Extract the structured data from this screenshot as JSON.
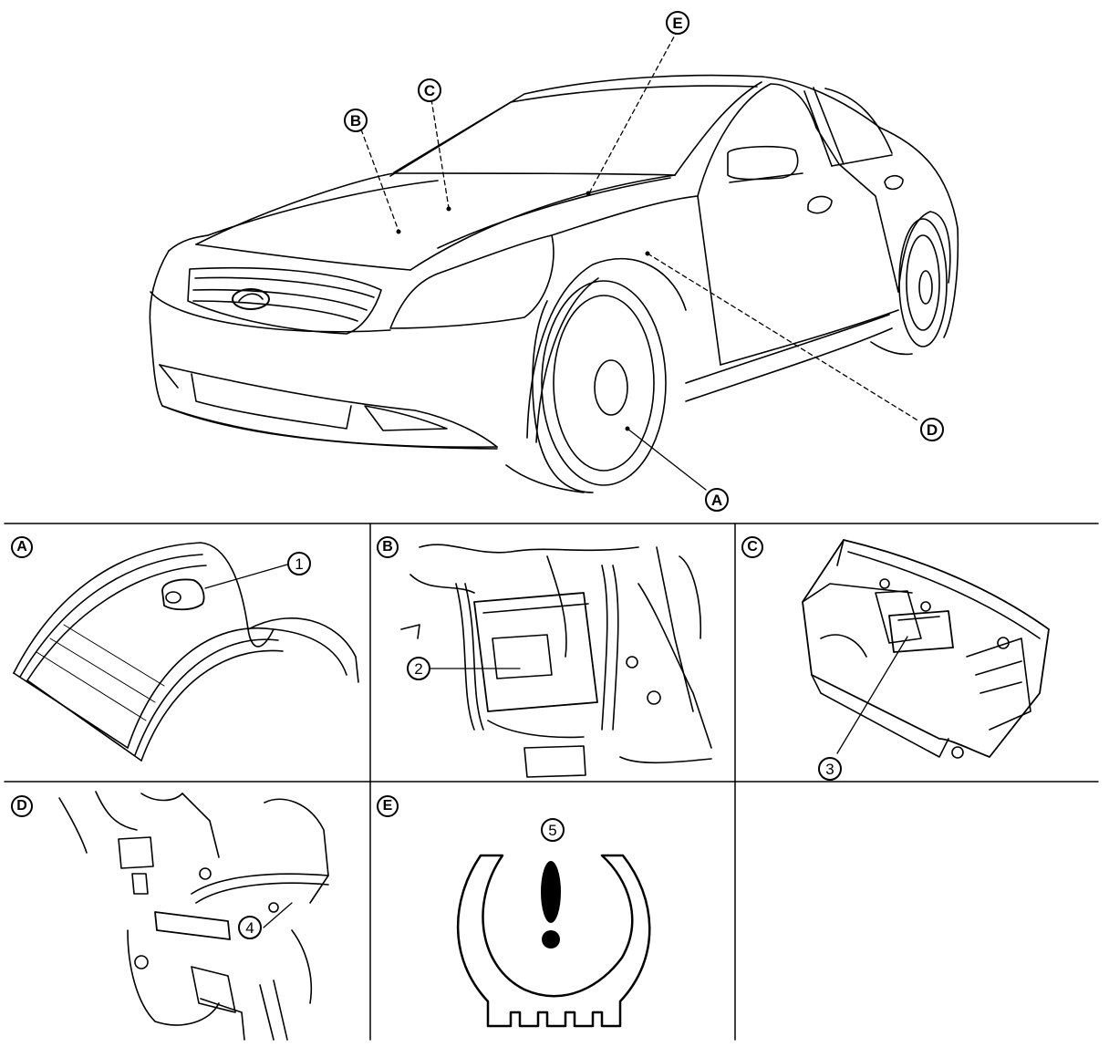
{
  "labels": {
    "main": {
      "A": "A",
      "B": "B",
      "C": "C",
      "D": "D",
      "E": "E"
    },
    "panels": {
      "A": "A",
      "B": "B",
      "C": "C",
      "D": "D",
      "E": "E"
    },
    "callouts": {
      "n1": "1",
      "n2": "2",
      "n3": "3",
      "n4": "4",
      "n5": "5"
    }
  }
}
